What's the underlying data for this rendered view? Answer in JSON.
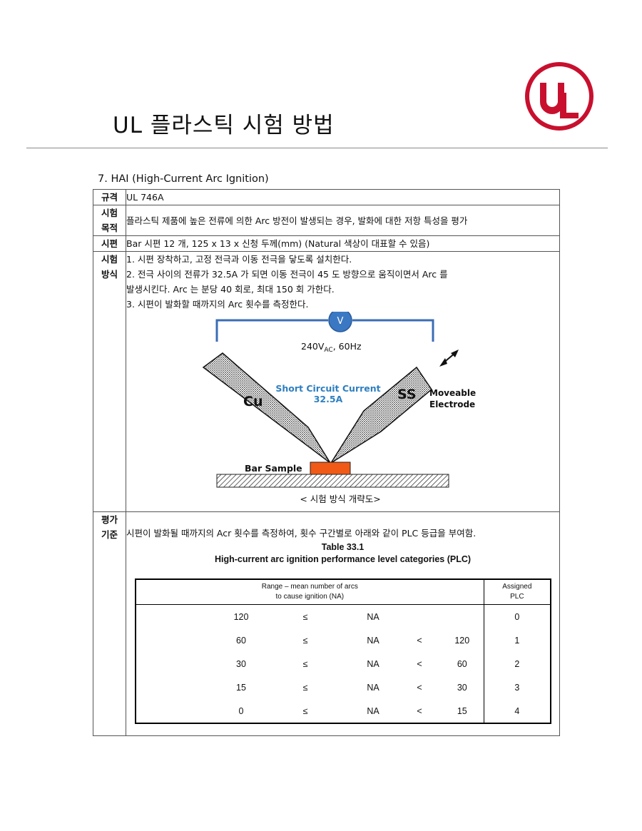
{
  "header": {
    "title": "UL 플라스틱 시험 방법",
    "logo_text": "UL",
    "brand_color": "#c8102e"
  },
  "section": {
    "heading": "7. HAI (High-Current Arc Ignition)"
  },
  "rows": {
    "standard": {
      "label": "규격",
      "value": "UL 746A"
    },
    "purpose": {
      "label_line1": "시험",
      "label_line2": "목적",
      "value": "플라스틱 제품에 높은 전류에 의한 Arc 방전이 발생되는 경우, 발화에 대한 저항 특성을 평가"
    },
    "specimen": {
      "label": "시편",
      "value": "Bar 시편 12 개, 125 x 13 x 신청 두께(mm) (Natural 색상이 대표할 수 있음)"
    },
    "method": {
      "label_line1": "시험",
      "label_line2": "방식",
      "steps": [
        "1. 시편 장착하고, 고정 전극과 이동 전극을 닿도록 설치한다.",
        "2. 전극 사이의 전류가 32.5A 가 되면 이동 전극이 45 도 방향으로 움직이면서 Arc 를",
        "발생시킨다. Arc 는 분당 40 회로, 최대 150 회 가한다.",
        "3. 시편이 발화할 때까지의 Arc 횟수를 측정한다."
      ],
      "diagram": {
        "voltmeter": "V",
        "voltage_main": "240V",
        "voltage_sub": "AC",
        "frequency": ", 60Hz",
        "current_label_line1": "Short Circuit Current",
        "current_label_line2": "32.5A",
        "left_electrode": "Cu",
        "right_electrode": "SS",
        "moveable_line1": "Moveable",
        "moveable_line2": "Electrode",
        "sample_label": "Bar Sample",
        "caption": "< 시험 방식 개략도>",
        "colors": {
          "voltmeter": "#3b78c4",
          "wire": "#3b6db5",
          "current_text": "#2e7fc1",
          "sample": "#f05a16"
        }
      }
    },
    "criteria": {
      "label_line1": "평가",
      "label_line2": "기준",
      "text": "시편이 발화될 때까지의 Acr 횟수를 측정하여, 횟수 구간별로 아래와 같이 PLC 등급을 부여함.",
      "table_title_line1": "Table 33.1",
      "table_title_line2": "High-current arc ignition performance level categories (PLC)",
      "col_range_line1": "Range – mean number of arcs",
      "col_range_line2": "to cause ignition (NA)",
      "col_plc_line1": "Assigned",
      "col_plc_line2": "PLC",
      "table_rows": [
        {
          "low": "120",
          "op1": "≤",
          "var": "NA",
          "op2": "",
          "high": "",
          "plc": "0"
        },
        {
          "low": "60",
          "op1": "≤",
          "var": "NA",
          "op2": "<",
          "high": "120",
          "plc": "1"
        },
        {
          "low": "30",
          "op1": "≤",
          "var": "NA",
          "op2": "<",
          "high": "60",
          "plc": "2"
        },
        {
          "low": "15",
          "op1": "≤",
          "var": "NA",
          "op2": "<",
          "high": "30",
          "plc": "3"
        },
        {
          "low": "0",
          "op1": "≤",
          "var": "NA",
          "op2": "<",
          "high": "15",
          "plc": "4"
        }
      ]
    }
  }
}
